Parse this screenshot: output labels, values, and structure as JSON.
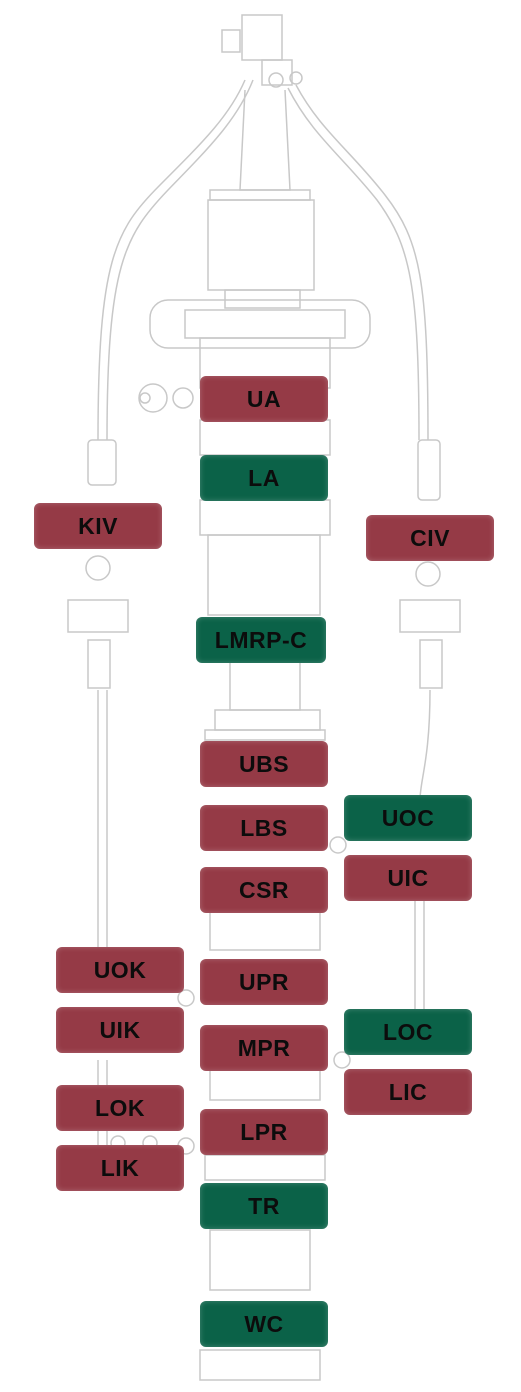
{
  "colors": {
    "closed_red": "#953a46",
    "open_green": "#0b6248",
    "line_gray": "#c8c8c8"
  },
  "buttons": {
    "ua": {
      "label": "UA",
      "state": "red"
    },
    "la": {
      "label": "LA",
      "state": "green"
    },
    "kiv": {
      "label": "KIV",
      "state": "red"
    },
    "civ": {
      "label": "CIV",
      "state": "red"
    },
    "lmrpc": {
      "label": "LMRP-C",
      "state": "green"
    },
    "ubs": {
      "label": "UBS",
      "state": "red"
    },
    "uoc": {
      "label": "UOC",
      "state": "green"
    },
    "lbs": {
      "label": "LBS",
      "state": "red"
    },
    "uic": {
      "label": "UIC",
      "state": "red"
    },
    "csr": {
      "label": "CSR",
      "state": "red"
    },
    "uok": {
      "label": "UOK",
      "state": "red"
    },
    "upr": {
      "label": "UPR",
      "state": "red"
    },
    "uik": {
      "label": "UIK",
      "state": "red"
    },
    "loc": {
      "label": "LOC",
      "state": "green"
    },
    "mpr": {
      "label": "MPR",
      "state": "red"
    },
    "lic": {
      "label": "LIC",
      "state": "red"
    },
    "lok": {
      "label": "LOK",
      "state": "red"
    },
    "lpr": {
      "label": "LPR",
      "state": "red"
    },
    "lik": {
      "label": "LIK",
      "state": "red"
    },
    "tr": {
      "label": "TR",
      "state": "green"
    },
    "wc": {
      "label": "WC",
      "state": "green"
    }
  }
}
